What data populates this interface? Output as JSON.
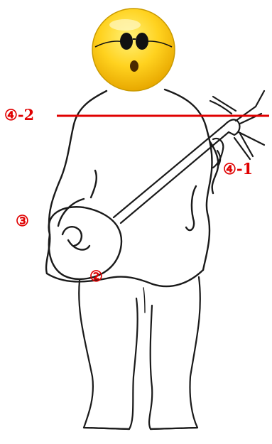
{
  "colors": {
    "label": "#e00000",
    "guide_line": "#e00000",
    "outline": "#1a1a1a",
    "face_fill": "#ffd21f",
    "face_edge": "#c99a00",
    "glasses": "#111111"
  },
  "icons": {
    "face": "emoji-face-icon",
    "figure": "player-figure",
    "instrument": "shamisen-instrument"
  },
  "labels": {
    "line_label": "④-2",
    "hand_label": "④-1",
    "elbow_label": "③",
    "body_label": "②"
  }
}
